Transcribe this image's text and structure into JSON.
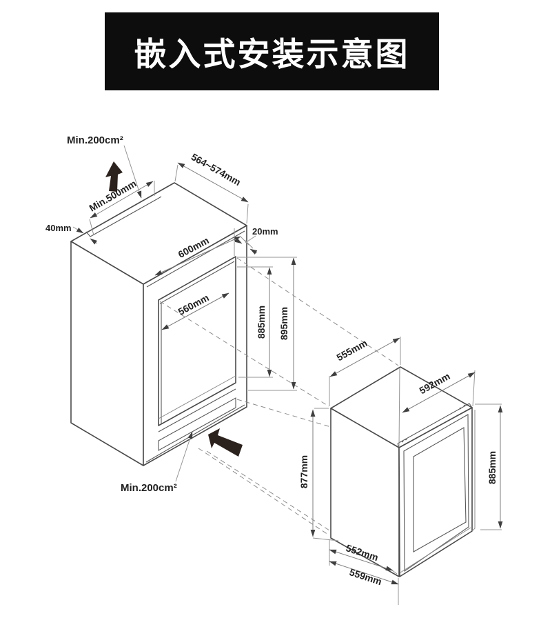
{
  "banner": {
    "title": "嵌入式安装示意图"
  },
  "niche": {
    "top_vent_area": "Min.200cm²",
    "top_clearance": "Min.500mm",
    "rear_gap": "40mm",
    "depth_range": "564~574mm",
    "outer_width": "600mm",
    "inner_width": "560mm",
    "inner_height": "885mm",
    "outer_height": "895mm",
    "front_overlap": "20mm",
    "bottom_vent_area": "Min.200cm²"
  },
  "appliance": {
    "top_depth": "555mm",
    "front_width": "592mm",
    "rear_height": "877mm",
    "front_height": "885mm",
    "base_depth": "552mm",
    "overall_depth": "559mm"
  },
  "colors": {
    "banner_bg": "#0d0d0d",
    "banner_text": "#ffffff",
    "outline": "#4a4a4a",
    "dimension": "#7d7d7d",
    "arrow_fill": "#2b211d"
  }
}
